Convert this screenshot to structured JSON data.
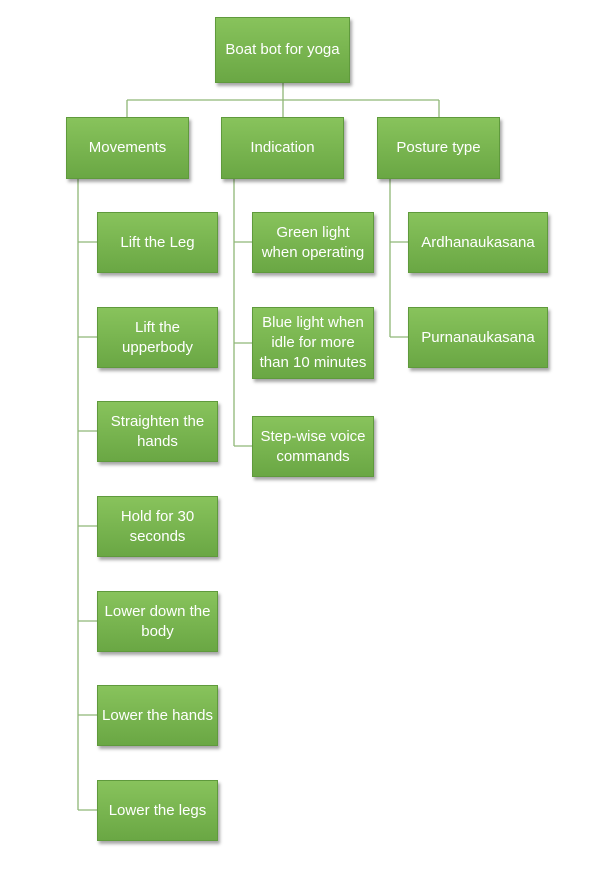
{
  "root": "Boat bot for yoga",
  "branches": {
    "movements": {
      "title": "Movements",
      "items": [
        "Lift the Leg",
        "Lift the upperbody",
        "Straighten the hands",
        "Hold for 30 seconds",
        "Lower down the body",
        "Lower the hands",
        "Lower the legs"
      ]
    },
    "indication": {
      "title": "Indication",
      "items": [
        "Green light when operating",
        "Blue light when idle for more than 10 minutes",
        "Step-wise voice commands"
      ]
    },
    "posture": {
      "title": "Posture type",
      "items": [
        "Ardhanaukasana",
        "Purnanaukasana"
      ]
    }
  },
  "colors": {
    "node_fill": "#79b54f",
    "node_border": "#5f9a3c",
    "connector": "#8fb677",
    "text": "#ffffff"
  }
}
